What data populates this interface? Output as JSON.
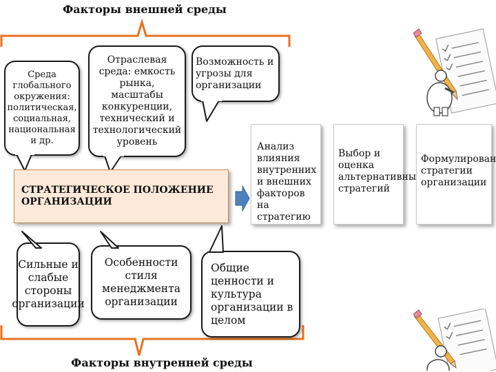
{
  "headings": {
    "external": "Факторы внешней среды",
    "internal": "Факторы внутренней среды"
  },
  "bubbles": {
    "global": "Среда глобального окружения: политическая, социальная, национальная и др.",
    "industry": "Отраслевая среда: емкость рынка, масштабы конкуренции, технический и технологический уровень",
    "opportunities": "Возможность и угрозы для организации",
    "strengths": "Сильные и слабые стороны организации",
    "management": "Особенности стиля менеджмента организации",
    "values": "Общие ценности и культура организации в целом"
  },
  "strategic_position": "СТРАТЕГИЧЕСКОЕ ПОЛОЖЕНИЕ ОРГАНИЗАЦИИ",
  "steps": {
    "analysis": "Анализ влияния внутренних и внешних факторов на стратегию",
    "choice": "Выбор и оценка альтернативных стратегий",
    "formulation": "Формулирование стратегии организации"
  },
  "colors": {
    "bracket": "#e8701f",
    "arrow": "#4f81bd",
    "strategic_fill": "#fde9d9"
  },
  "icons": [
    "pencil-checklist-icon"
  ]
}
